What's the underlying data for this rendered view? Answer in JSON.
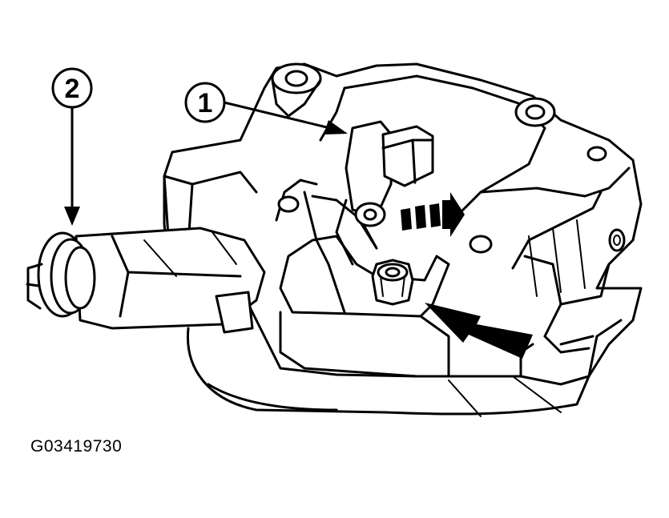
{
  "callouts": [
    {
      "number": "1",
      "target": "sensor-component"
    },
    {
      "number": "2",
      "target": "shaft-seal"
    }
  ],
  "figure_code": "G03419730",
  "colors": {
    "line": "#000000",
    "background": "#ffffff"
  }
}
